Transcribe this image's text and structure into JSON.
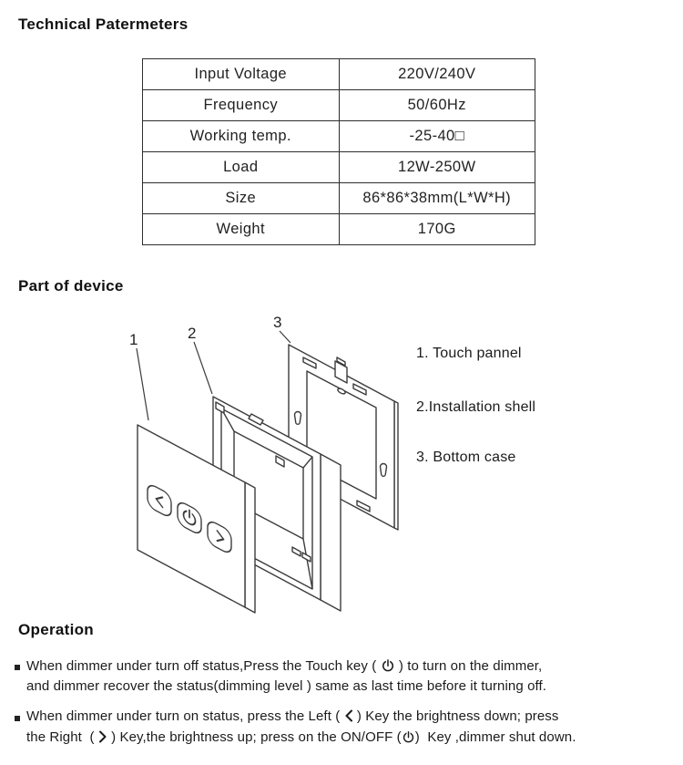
{
  "sections": {
    "technical": {
      "title": "Technical Patermeters"
    },
    "part_of_device": {
      "title": "Part of device"
    },
    "operation": {
      "title": "Operation"
    }
  },
  "spec_table": {
    "rows": [
      {
        "label": "Input Voltage",
        "value": "220V/240V"
      },
      {
        "label": "Frequency",
        "value": "50/60Hz"
      },
      {
        "label": "Working temp.",
        "value": "-25-40□"
      },
      {
        "label": "Load",
        "value": "12W-250W"
      },
      {
        "label": "Size",
        "value": "86*86*38mm(L*W*H)"
      },
      {
        "label": "Weight",
        "value": "170G"
      }
    ]
  },
  "diagram": {
    "callouts": [
      "1",
      "2",
      "3"
    ],
    "legend": [
      {
        "label": "1. Touch pannel"
      },
      {
        "label": "2.Installation shell"
      },
      {
        "label": "3. Bottom case"
      }
    ]
  },
  "operation": {
    "bullets": [
      {
        "line1_pre": "When dimmer under turn off status,Press the Touch key ( ",
        "line1_post": " ) to turn on the dimmer,",
        "line2": "and dimmer recover the status(dimming level ) same as last time before it turning off."
      },
      {
        "line1_pre": "When dimmer under turn on status, press the Left ( ",
        "line1_post": " ) Key the brightness down; press",
        "line2_pre": "the Right  ( ",
        "line2_mid": " ) Key,the brightness up; press on the ON/OFF (",
        "line2_post": ")  Key ,dimmer shut down."
      }
    ]
  },
  "colors": {
    "ink": "#1a1a1a",
    "line": "#3c3c3c",
    "background": "#ffffff"
  }
}
